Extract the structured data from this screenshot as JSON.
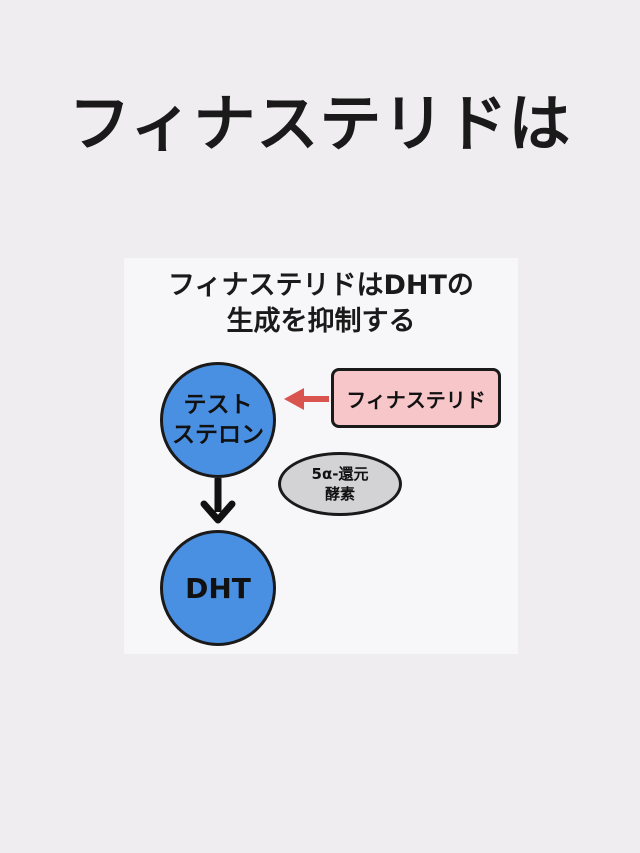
{
  "page_title": "フィナステリドは",
  "diagram": {
    "heading_line1": "フィナステリドはDHTの",
    "heading_line2": "生成を抑制する",
    "nodes": {
      "testosterone_line1": "テスト",
      "testosterone_line2": "ステロン",
      "dht": "DHT",
      "finasteride": "フィナステリド",
      "enzyme_line1": "5α-還元",
      "enzyme_line2": "酵素"
    },
    "colors": {
      "background": "#efedef",
      "card": "#f7f6f8",
      "circle_fill": "#4a90e2",
      "drug_box_fill": "#f7c6c9",
      "enzyme_fill": "#d3d3d6",
      "inhibit_arrow": "#d9534f",
      "outline": "#1a1a1a"
    }
  }
}
